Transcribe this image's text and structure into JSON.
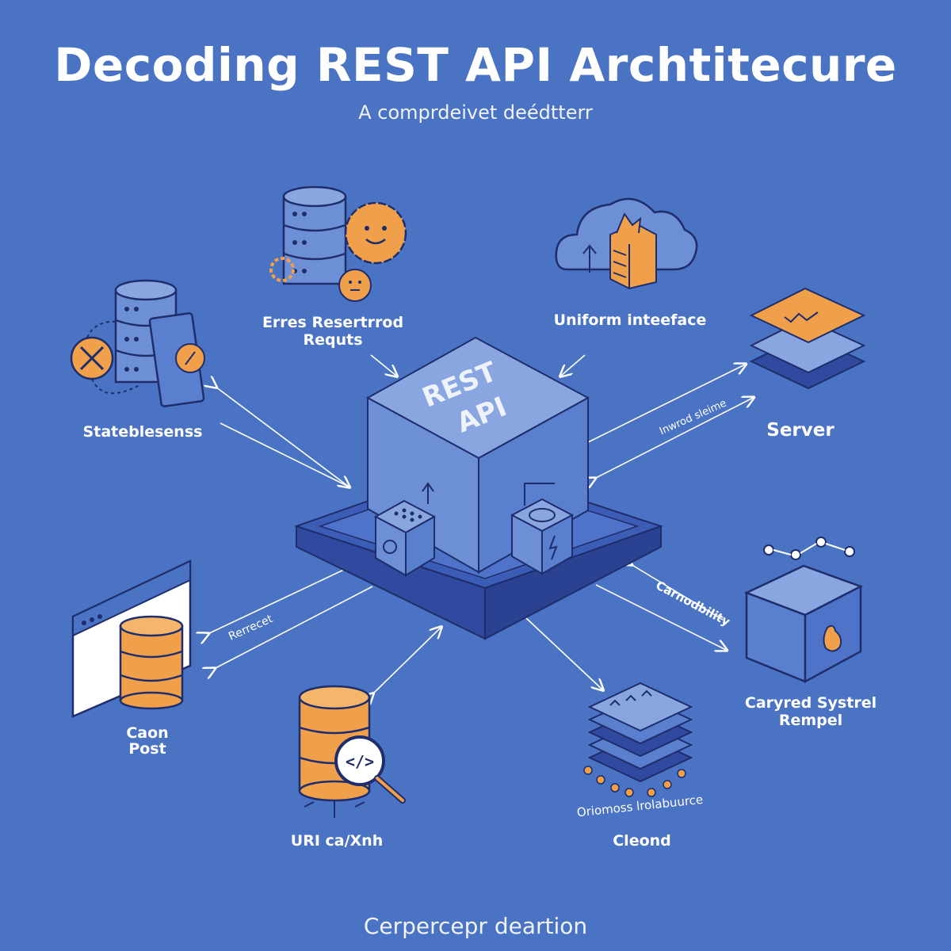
{
  "header": {
    "title": "Decoding REST API Archtitecure",
    "subtitle": "A comprdeivet deédtterr"
  },
  "center": {
    "line1": "REST",
    "line2": "API"
  },
  "nodes": {
    "stateless": "Stateblesenss",
    "requests": {
      "line1": "Erres Resertrrod",
      "line2": "Requts"
    },
    "uniform": "Uniform inteeface",
    "server": "Server",
    "caon": {
      "line1": "Caon",
      "line2": "Post"
    },
    "uri": "URI ca/Xnh",
    "layered": {
      "line1": "Oriomoss lrolabuurce",
      "line2": "Cleond"
    },
    "caryred": {
      "line1": "Caryred Systrel",
      "line2": "Rempel"
    }
  },
  "edges": {
    "server_arrow": "Inwrod sleime",
    "caon_arrow": "Rerrecet",
    "carnod_arrow": "Carnodbility"
  },
  "footer": {
    "text": "Cerpercepr deartion"
  },
  "colors": {
    "background": "#4a73c4",
    "accent_orange": "#f0a04b",
    "outline_navy": "#1f2e6b",
    "light_blue": "#8aa6e0"
  }
}
